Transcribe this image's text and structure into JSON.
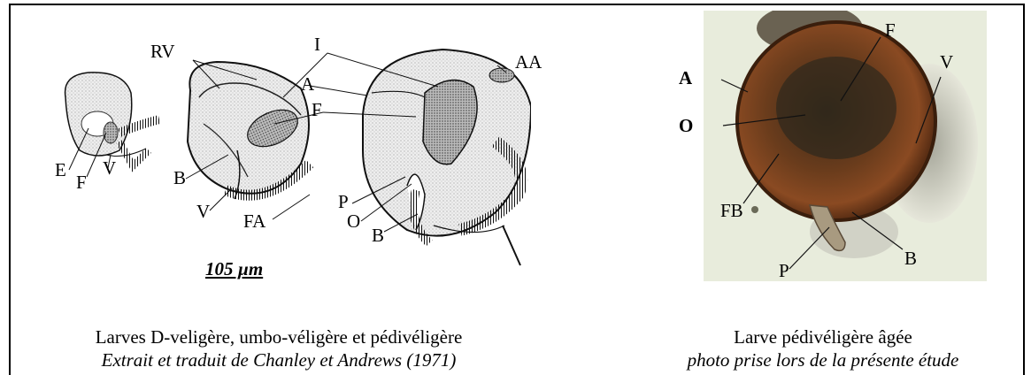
{
  "left_figure": {
    "labels": {
      "rv": "RV",
      "i": "I",
      "aa": "AA",
      "a": "A",
      "f_top": "F",
      "e": "E",
      "f_small": "F",
      "v_small": "V",
      "b_mid": "B",
      "v_mid": "V",
      "fa": "FA",
      "p": "P",
      "o": "O",
      "b_big": "B"
    },
    "scale_bar": "105 µm",
    "caption_title": "Larves D-veligère, umbo-véligère et pédivéligère",
    "caption_source": "Extrait et traduit de Chanley et Andrews (1971)"
  },
  "right_figure": {
    "labels": {
      "a": "A",
      "o": "O",
      "f": "F",
      "v": "V",
      "fb": "FB",
      "p": "P",
      "b": "B"
    },
    "caption_title": "Larve pédivéligère âgée",
    "caption_source": "photo prise lors de la présente étude"
  }
}
